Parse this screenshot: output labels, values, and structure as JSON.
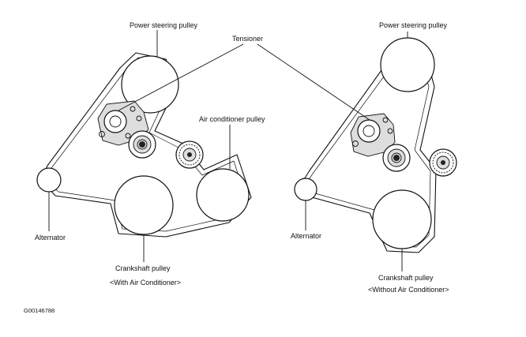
{
  "labels": {
    "tensioner": "Tensioner",
    "left": {
      "power_steering": "Power steering pulley",
      "air_conditioner": "Air conditioner pulley",
      "alternator": "Alternator",
      "crankshaft": "Crankshaft pulley",
      "caption": "<With Air Conditioner>"
    },
    "right": {
      "power_steering": "Power steering pulley",
      "alternator": "Alternator",
      "crankshaft": "Crankshaft pulley",
      "caption": "<Without Air Conditioner>"
    }
  },
  "figure_code": "G00146788"
}
